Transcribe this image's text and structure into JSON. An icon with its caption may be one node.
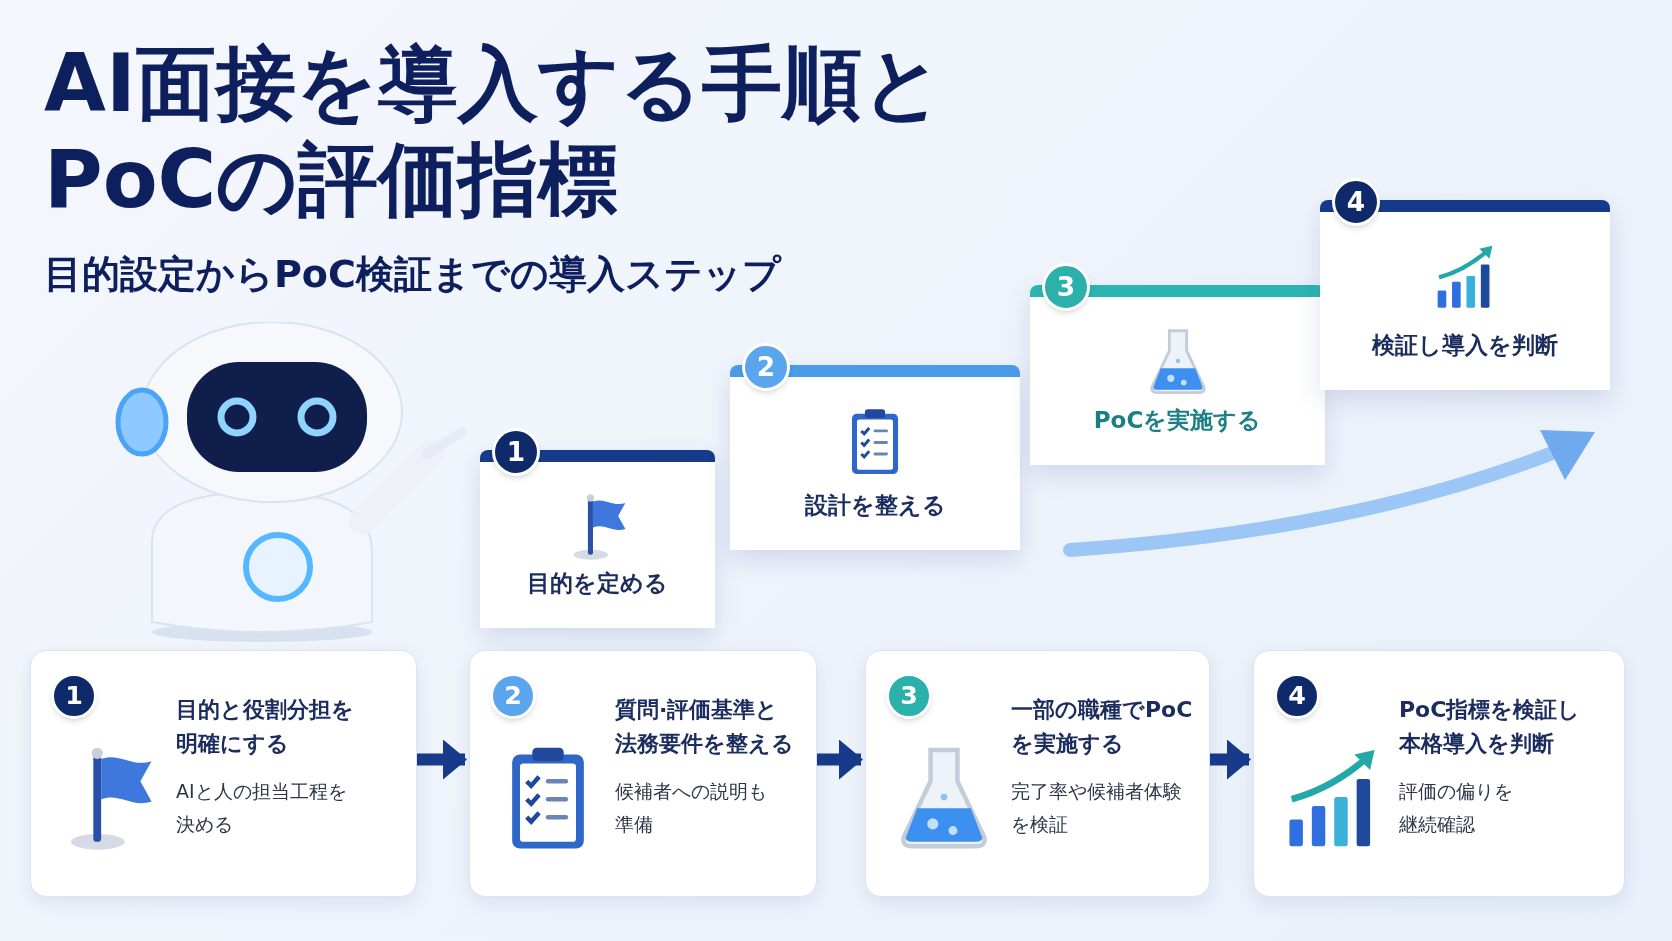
{
  "diagram": {
    "title": "AI面接を導入する手順とPoCの評価指標",
    "nodes": [
      {
        "text": [
          "1",
          "目的を定める"
        ]
      },
      {
        "text": [
          "2",
          "設計を整える"
        ]
      },
      {
        "text": [
          "3",
          "PoCを実施する"
        ]
      },
      {
        "text": [
          "4",
          "検証し導入を判断"
        ]
      },
      {
        "text": [
          "1",
          "目的と役割分担を明確にする",
          "AIと人の担当工程を決める"
        ]
      },
      {
        "text": [
          "2",
          "質問·評価基準と法務要件を整える",
          "候補者への説明も準備"
        ]
      },
      {
        "text": [
          "3",
          "一部の職種でPoCを実施する",
          "完了率や候補者体験を検証"
        ]
      },
      {
        "text": [
          "4",
          "PoC指標を検証し本格導入を判断",
          "評価の偏りを継続確認"
        ]
      }
    ],
    "edges": [
      {
        "from": 4,
        "to": 5,
        "arrow": "to"
      },
      {
        "from": 5,
        "to": 6,
        "arrow": "to"
      },
      {
        "from": 6,
        "to": 7,
        "arrow": "to"
      }
    ],
    "labels": [
      "目的設定からPoC検証までの導入ステップ"
    ]
  }
}
